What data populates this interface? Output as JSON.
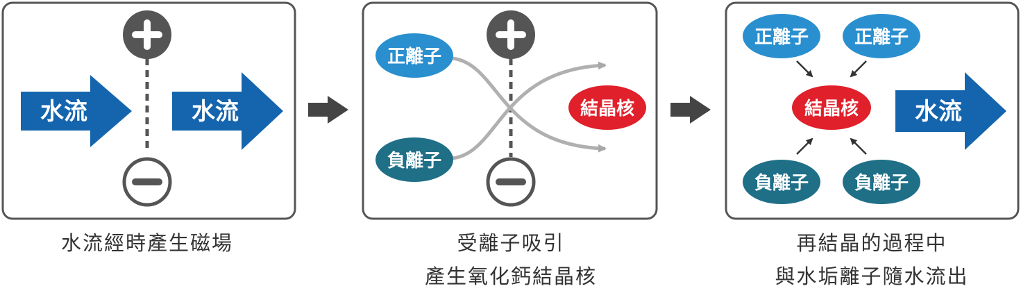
{
  "panels": [
    {
      "arrows": [
        {
          "label": "水流"
        },
        {
          "label": "水流"
        }
      ],
      "caption": [
        "水流經時產生磁場"
      ]
    },
    {
      "positive_ion": "正離子",
      "negative_ion": "負離子",
      "nucleus": "結晶核",
      "caption": [
        "受離子吸引",
        "產生氧化鈣結晶核"
      ]
    },
    {
      "ions": [
        "正離子",
        "正離子",
        "負離子",
        "負離子"
      ],
      "nucleus": "結晶核",
      "arrow": {
        "label": "水流"
      },
      "caption": [
        "再結晶的過程中",
        "與水垢離子隨水流出"
      ]
    }
  ],
  "colors": {
    "panel_border": "#555555",
    "pole": "#555555",
    "flow_arrow": "#1565ae",
    "positive_ion": "#2a8fcf",
    "negative_ion": "#1f6f87",
    "nucleus": "#e0202a",
    "path_line": "#b0b0b0",
    "step_arrow": "#444444"
  }
}
